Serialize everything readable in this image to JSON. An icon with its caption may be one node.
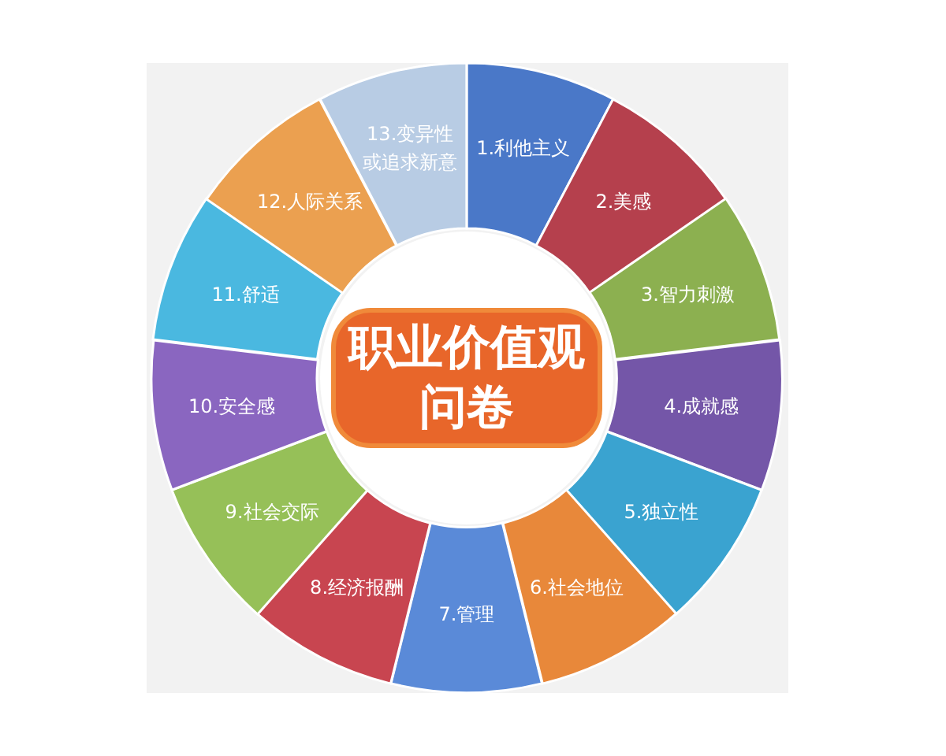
{
  "diagram": {
    "nodes": [
      {
        "text": [
          "1.利他主义"
        ]
      },
      {
        "text": [
          "2.美感"
        ]
      },
      {
        "text": [
          "3.智力刺激"
        ]
      },
      {
        "text": [
          "4.成就感"
        ]
      },
      {
        "text": [
          "5.独立性"
        ]
      },
      {
        "text": [
          "6.社会地位"
        ]
      },
      {
        "text": [
          "7.管理"
        ]
      },
      {
        "text": [
          "8.经济报酬"
        ]
      },
      {
        "text": [
          "9.社会交际"
        ]
      },
      {
        "text": [
          "10.安全感"
        ]
      },
      {
        "text": [
          "11.舒适"
        ]
      },
      {
        "text": [
          "12.人际关系"
        ]
      },
      {
        "text": [
          "13.变异性或追求新意"
        ]
      },
      {
        "text": [
          "职业价值观问卷"
        ]
      }
    ]
  }
}
